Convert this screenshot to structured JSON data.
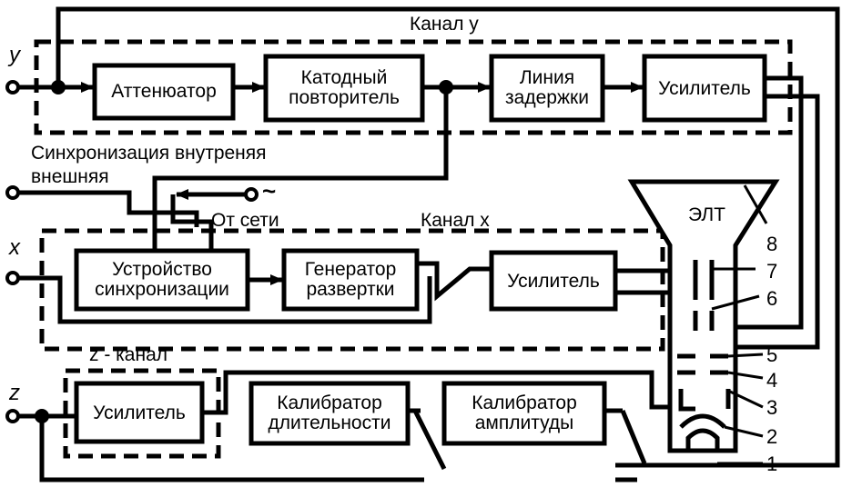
{
  "colors": {
    "ink": "#000000",
    "paper": "#ffffff"
  },
  "inputs": {
    "y": "y",
    "x": "x",
    "z": "z"
  },
  "channels": {
    "y": {
      "caption": "Канал y"
    },
    "x": {
      "caption": "Канал x"
    },
    "z": {
      "caption": "z - канал"
    }
  },
  "blocks": {
    "attenuator": "Аттенюатор",
    "cathode_follower": "Катодный\nповторитель",
    "delay_line": "Линия\nзадержки",
    "amp_y": "Усилитель",
    "sync_device": "Устройство\nсинхронизации",
    "sweep_generator": "Генератор\nразвертки",
    "amp_x": "Усилитель",
    "amp_z": "Усилитель",
    "duration_calibrator": "Калибратор\nдлительности",
    "amplitude_calibrator": "Калибратор\nамплитуды"
  },
  "sync": {
    "line1": "Синхронизация внутреняя",
    "line2": "внешняя",
    "mains": "От сети",
    "tilde": "~"
  },
  "crt": {
    "label": "ЭЛТ",
    "parts": [
      "1",
      "2",
      "3",
      "4",
      "5",
      "6",
      "7",
      "8"
    ]
  }
}
